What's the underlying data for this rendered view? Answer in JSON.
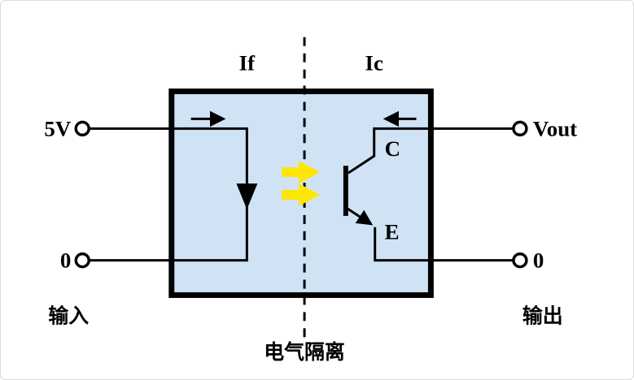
{
  "diagram": {
    "type": "optocoupler-isolation-circuit",
    "labels": {
      "if_current": "If",
      "ic_current": "Ic",
      "vcc": "5V",
      "gnd_in": "0",
      "vout": "Vout",
      "gnd_out": "0",
      "collector": "C",
      "emitter": "E",
      "input": "输入",
      "output": "输出",
      "isolation": "电气隔离"
    },
    "colors": {
      "package_fill": "#cfe3f4",
      "outline": "#000000",
      "light_arrow_fill": "#ffe600",
      "light_arrow_stroke": "#d8c000",
      "background": "#ffffff"
    }
  }
}
